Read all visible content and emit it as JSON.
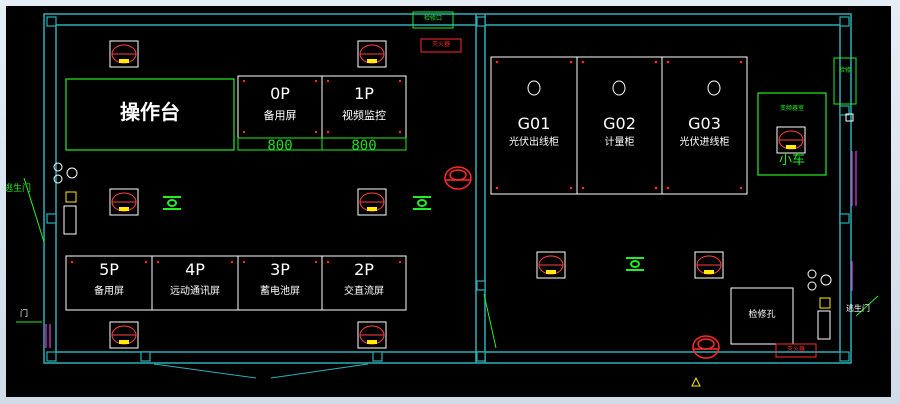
{
  "floor_plan": {
    "colors": {
      "wall": "#2ab0b8",
      "panel": "#ffffff",
      "accent_green": "#22ee22",
      "accent_red": "#ff2a2a",
      "accent_yellow": "#ffee00",
      "accent_magenta": "#e040e0",
      "background": "#000000"
    },
    "top_tag_1": "检修口",
    "top_tag_2": "灭火器",
    "bottom_tag": "灭火器",
    "console": "操作台",
    "panels_top": [
      {
        "code": "0P",
        "name": "备用屏",
        "width": "800"
      },
      {
        "code": "1P",
        "name": "视频监控",
        "width": "800"
      }
    ],
    "panels_bottom": [
      {
        "code": "5P",
        "name": "备用屏"
      },
      {
        "code": "4P",
        "name": "远动通讯屏"
      },
      {
        "code": "3P",
        "name": "蓄电池屏"
      },
      {
        "code": "2P",
        "name": "交直流屏"
      }
    ],
    "cabinets": [
      {
        "code": "G01",
        "name": "光伏出线柜"
      },
      {
        "code": "G02",
        "name": "计量柜"
      },
      {
        "code": "G03",
        "name": "光伏进线柜"
      }
    ],
    "trolley": "小车",
    "trolley_tag": "变频器室",
    "inspection_hole": "检修孔",
    "escape_door_left": "逃生门",
    "escape_door_right": "逃生门",
    "left_door": "门",
    "side_tag": "检修"
  }
}
